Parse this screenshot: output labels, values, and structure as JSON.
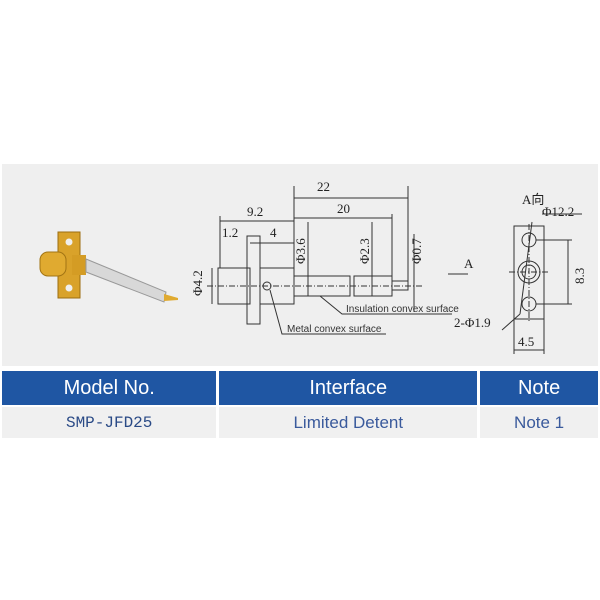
{
  "drawing": {
    "dims": {
      "d22": "22",
      "d20": "20",
      "d9_2": "9.2",
      "d1_2": "1.2",
      "d4": "4",
      "phi3_6": "Φ3.6",
      "phi2_3": "Φ2.3",
      "phi0_7": "Φ0.7",
      "phi4_2": "Φ4.2",
      "arrow_a": "A",
      "view_a": "A向",
      "phi12_2": "Φ12.2",
      "d8_3": "8.3",
      "two_phi1_9": "2-Φ1.9",
      "d4_5": "4.5"
    },
    "labels": {
      "insulation": "Insulation convex surface",
      "metal": "Metal convex surface"
    }
  },
  "table": {
    "headers": [
      "Model No.",
      "Interface",
      "Note"
    ],
    "rows": [
      [
        "SMP-JFD25",
        "Limited Detent",
        "Note 1"
      ]
    ]
  }
}
